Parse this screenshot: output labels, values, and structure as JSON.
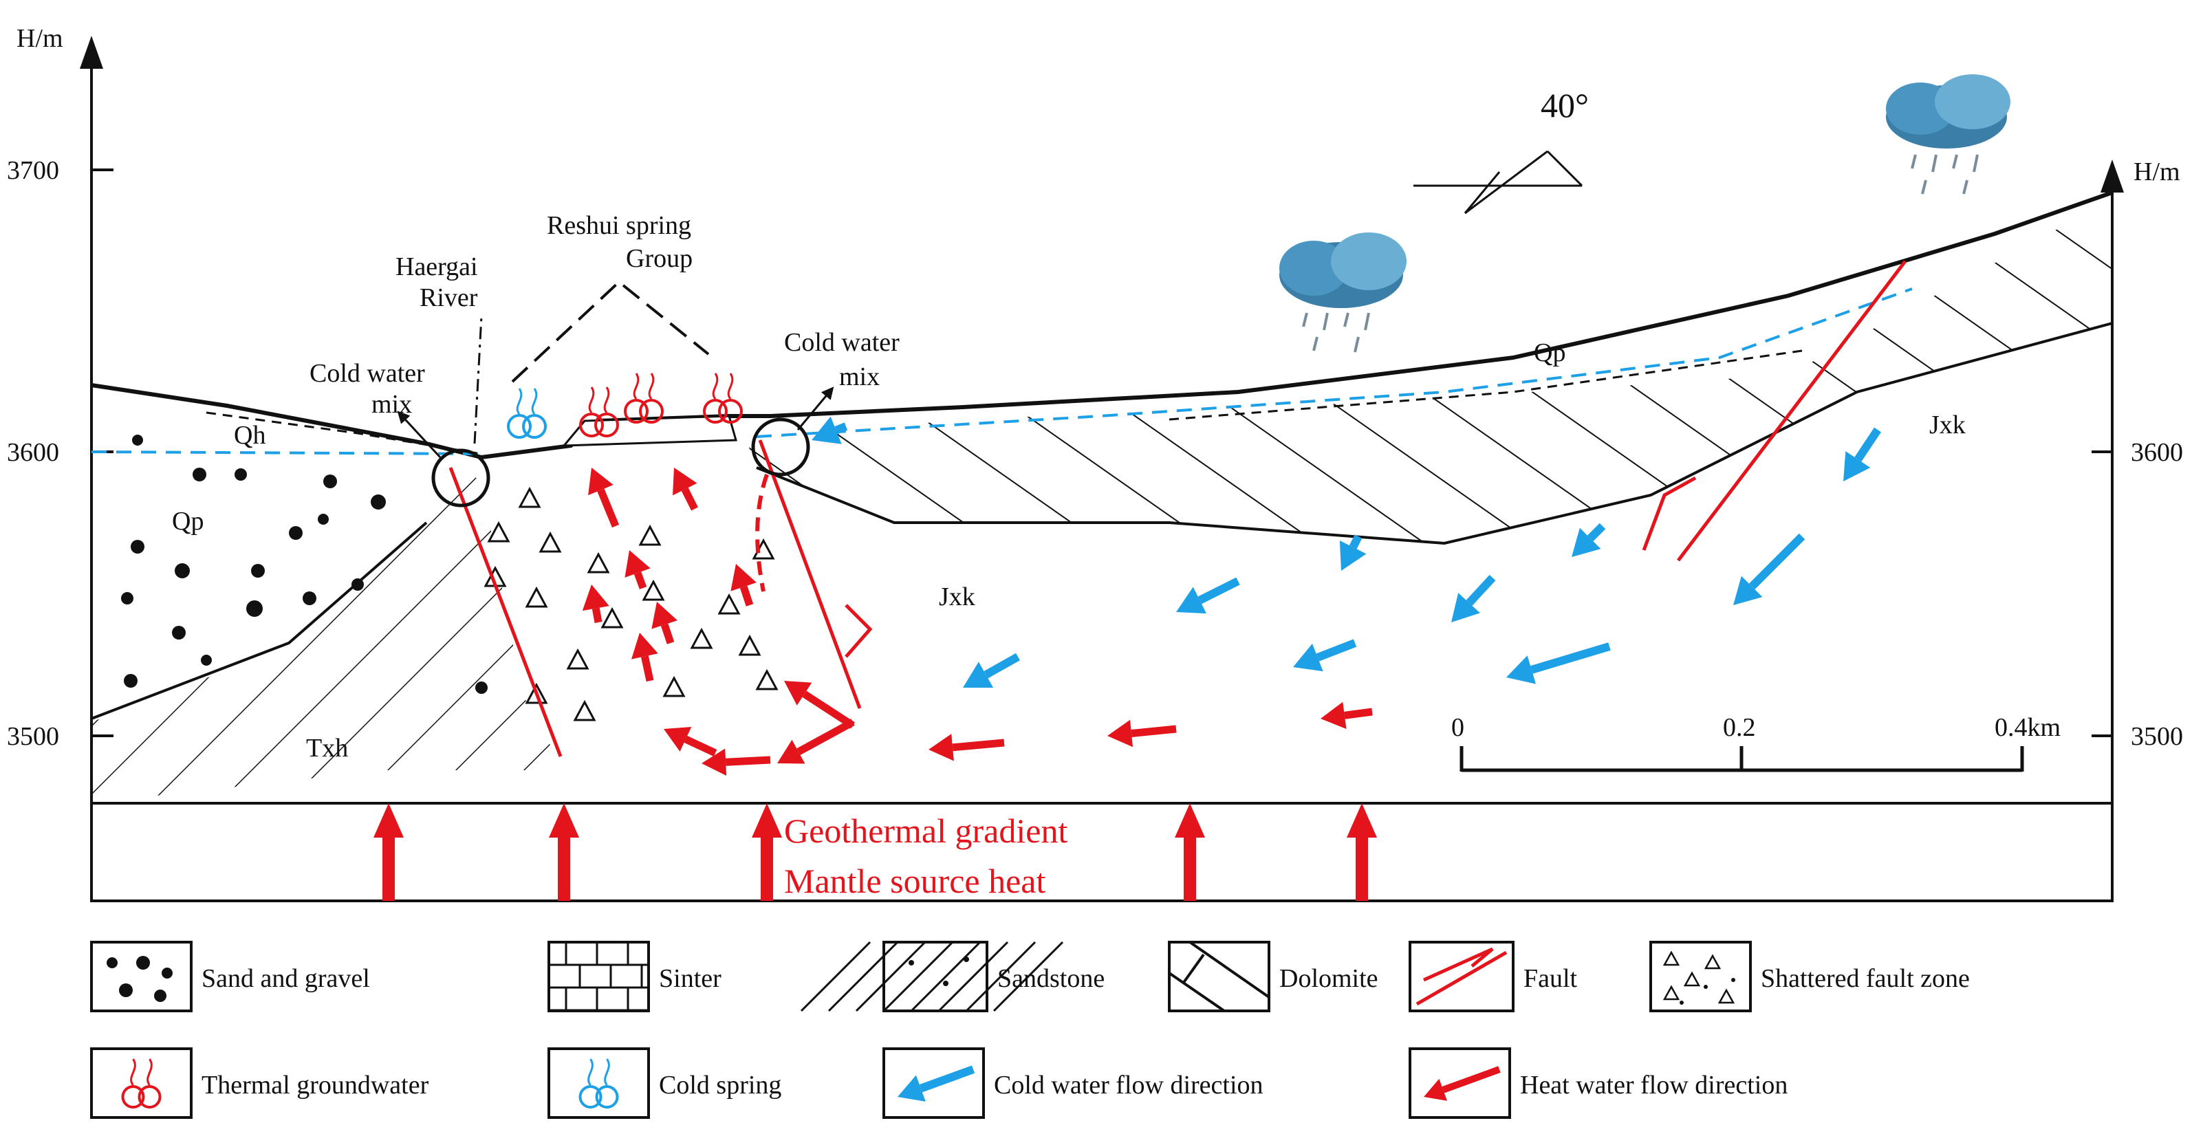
{
  "axes": {
    "left_unit": "H/m",
    "right_unit": "H/m",
    "left_ticks": [
      "3700",
      "3600",
      "3500"
    ],
    "right_ticks": [
      "3600",
      "3500"
    ]
  },
  "labels": {
    "dip": "40°",
    "haergai_l1": "Haergai",
    "haergai_l2": "River",
    "reshui_l1": "Reshui  spring",
    "reshui_l2": "Group",
    "cold_mix_left_l1": "Cold water",
    "cold_mix_left_l2": "mix",
    "cold_mix_right_l1": "Cold water",
    "cold_mix_right_l2": "mix",
    "qh": "Qh",
    "qp_left": "Qp",
    "qp_right": "Qp",
    "txh": "Txh",
    "jxk_mid": "Jxk",
    "jxk_right": "Jxk",
    "heat_l1": "Geothermal gradient",
    "heat_l2": "Mantle source heat"
  },
  "scale_bar": {
    "ticks": [
      "0",
      "0.2",
      "0.4km"
    ]
  },
  "legend": [
    {
      "label": "Sand and gravel"
    },
    {
      "label": "Sinter"
    },
    {
      "label": "Sandstone"
    },
    {
      "label": "Dolomite"
    },
    {
      "label": "Fault"
    },
    {
      "label": "Shattered fault zone"
    },
    {
      "label": "Thermal groundwater"
    },
    {
      "label": "Cold spring"
    },
    {
      "label": "Cold water flow direction"
    },
    {
      "label": "Heat water flow direction"
    }
  ],
  "colors": {
    "hot": "#e3141b",
    "cold": "#1ea0e6",
    "line": "#111111"
  }
}
